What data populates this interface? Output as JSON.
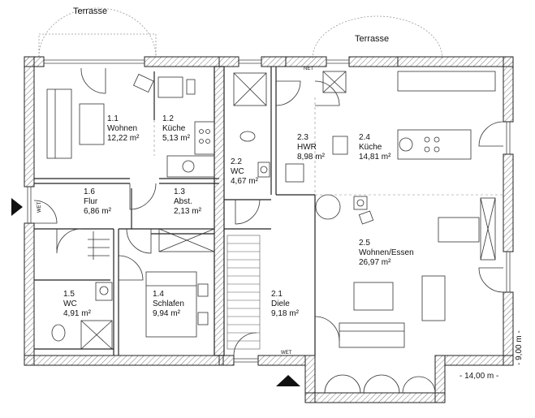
{
  "terraces": {
    "left": "Terrasse",
    "right": "Terrasse"
  },
  "rooms": [
    {
      "id": "1.1",
      "name": "Wohnen",
      "area": "12,22 m²"
    },
    {
      "id": "1.2",
      "name": "Küche",
      "area": "5,13 m²"
    },
    {
      "id": "1.3",
      "name": "Abst.",
      "area": "2,13 m²"
    },
    {
      "id": "1.4",
      "name": "Schlafen",
      "area": "9,94 m²"
    },
    {
      "id": "1.5",
      "name": "WC",
      "area": "4,91 m²"
    },
    {
      "id": "1.6",
      "name": "Flur",
      "area": "6,86 m²"
    },
    {
      "id": "2.1",
      "name": "Diele",
      "area": "9,18 m²"
    },
    {
      "id": "2.2",
      "name": "WC",
      "area": "4,67 m²"
    },
    {
      "id": "2.3",
      "name": "HWR",
      "area": "8,98 m²"
    },
    {
      "id": "2.4",
      "name": "Küche",
      "area": "14,81 m²"
    },
    {
      "id": "2.5",
      "name": "Wohnen/Essen",
      "area": "26,97 m²"
    }
  ],
  "markers": {
    "net": "NET",
    "wet_left": "WET",
    "wet_bottom": "WET"
  },
  "dimensions": {
    "width": "- 14,00 m -",
    "depth": "- 9,00 m -"
  },
  "colors": {
    "wall_hatch": "#888888",
    "line": "#222222",
    "background": "#ffffff"
  }
}
